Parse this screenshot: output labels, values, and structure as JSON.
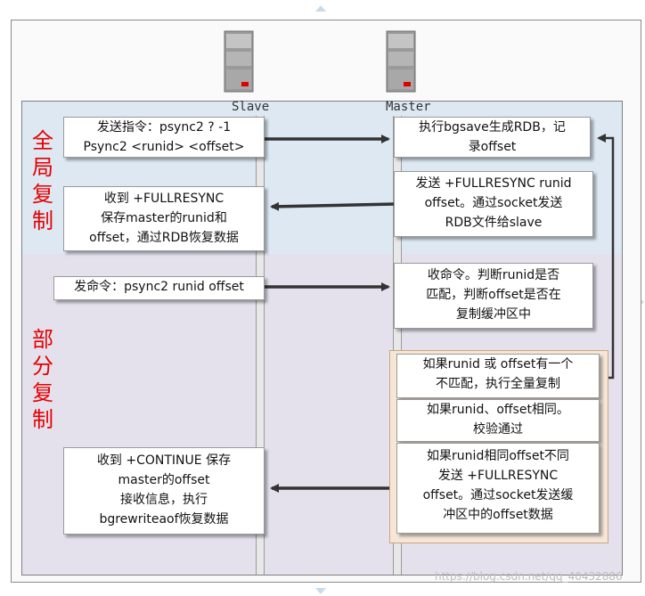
{
  "actors": {
    "slave": "Slave",
    "master": "Master"
  },
  "phases": {
    "full": [
      "全",
      "局",
      "复",
      "制"
    ],
    "partial": [
      "部",
      "分",
      "复",
      "制"
    ]
  },
  "messages": {
    "slave_send_psync": [
      "发送指令：psync2 ? -1",
      "Psync2 <runid> <offset>"
    ],
    "master_bgsave": [
      "执行bgsave生成RDB，记",
      "录offset"
    ],
    "master_fullresync": [
      "发送 +FULLRESYNC runid",
      "offset。通过socket发送",
      "RDB文件给slave"
    ],
    "slave_recv_fullresync": [
      "收到 +FULLRESYNC",
      "保存master的runid和",
      "offset，通过RDB恢复数据"
    ],
    "slave_send_psync_partial": "发命令：psync2 runid offset",
    "master_check": [
      "收命令。判断runid是否",
      "匹配，判断offset是否在",
      "复制缓冲区中"
    ],
    "case_mismatch": [
      "如果runid 或 offset有一个",
      "不匹配，执行全量复制"
    ],
    "case_same": [
      "如果runid、offset相同。",
      "校验通过"
    ],
    "case_offset_diff": [
      "如果runid相同offset不同",
      "发送 +FULLRESYNC",
      "offset。通过socket发送缓",
      "冲区中的offset数据"
    ],
    "slave_recv_continue": [
      "收到 +CONTINUE 保存",
      "master的offset",
      "接收信息，执行",
      "bgrewriteaof恢复数据"
    ]
  },
  "watermark": "https://blog.csdn.net/qq_40432886",
  "colors": {
    "phase_label": "#e60000",
    "full_band": "#dde8f3",
    "partial_band": "#e4e1ed",
    "arrow": "#333333"
  }
}
